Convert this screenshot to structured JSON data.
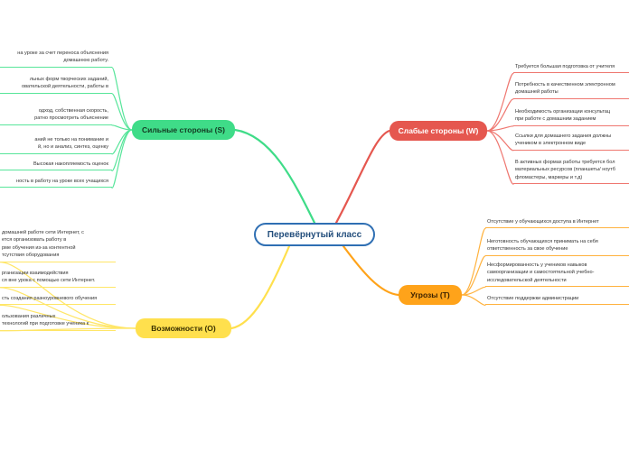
{
  "central": "Перевёрнутый класс",
  "strengths": {
    "title": "Сильные стороны (S)",
    "items": [
      [
        "на уроке за счет переноса объяснения",
        "домашнюю работу."
      ],
      [
        "льных форм творческих заданий,",
        "овательской деятельности, работы в"
      ],
      [
        "одход, собственная скорость,",
        "ратно просмотреть объяснение"
      ],
      [
        "аний не только на понимание и",
        "й, но и анализ, синтез, оценку"
      ],
      [
        "Высокая накопляемость оценок"
      ],
      [
        "ность в работу на уроке всех учащихся"
      ]
    ]
  },
  "weaknesses": {
    "title": "Слабые стороны (W)",
    "items": [
      [
        "Требуется большая подготовка от учителя"
      ],
      [
        "Потребность в качественном электронном",
        "домашней работы"
      ],
      [
        "Необходимость организации консультац",
        "при работе с домашним заданием"
      ],
      [
        " Ссылки для домашнего задания должны",
        "учеником в электронном виде"
      ],
      [
        "В активных формах работы требуется бол",
        "материальных ресурсов (планшеты/ ноутб",
        "фломастеры, маркеры и т.д)"
      ]
    ]
  },
  "opportunities": {
    "title": "Возможности (O)",
    "items": [
      [
        "домашней работе сети Интернет, с",
        "ется организовать работу в",
        "рме обучения из-за контентной",
        "тсутствия оборудования"
      ],
      [
        "рганизации взаимодействия",
        "ся вне урока с помощью сети Интернет."
      ],
      [
        "сть создания разноуровневого обучения"
      ],
      [
        "ользования различных",
        " технологий при подготовке ученика к"
      ]
    ]
  },
  "threats": {
    "title": "Угрозы (T)",
    "items": [
      [
        "Отсутствие у обучающихся доступа в Интернет"
      ],
      [
        "Неготовность обучающихся принимать на себя",
        "ответственность за свое обучение"
      ],
      [
        "Несформированность у учеников навыков",
        "самоорганизации и самостоятельной учебно-",
        "исследовательской деятельности"
      ],
      [
        "Отсутствие поддержки администрации"
      ]
    ]
  },
  "colors": {
    "central_border": "#2f6fb3",
    "strengths": "#3fdc88",
    "weaknesses": "#e5574f",
    "opportunities": "#ffe04d",
    "threats": "#ffa31a"
  }
}
